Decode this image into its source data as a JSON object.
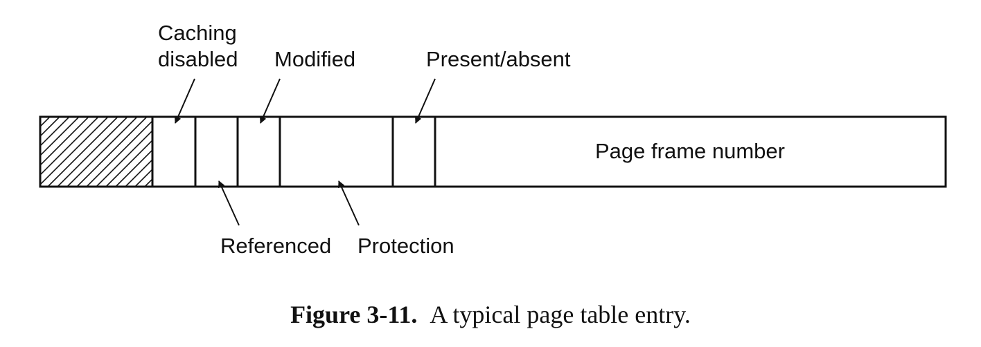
{
  "diagram": {
    "fields": {
      "caching_disabled": "Caching disabled",
      "caching_line1": "Caching",
      "caching_line2": "disabled",
      "modified": "Modified",
      "present_absent": "Present/absent",
      "referenced": "Referenced",
      "protection": "Protection",
      "page_frame_number": "Page frame number"
    }
  },
  "caption": {
    "number": "Figure 3-11.",
    "text": "A typical page table entry."
  },
  "colors": {
    "ink": "#111111",
    "background": "#ffffff"
  }
}
